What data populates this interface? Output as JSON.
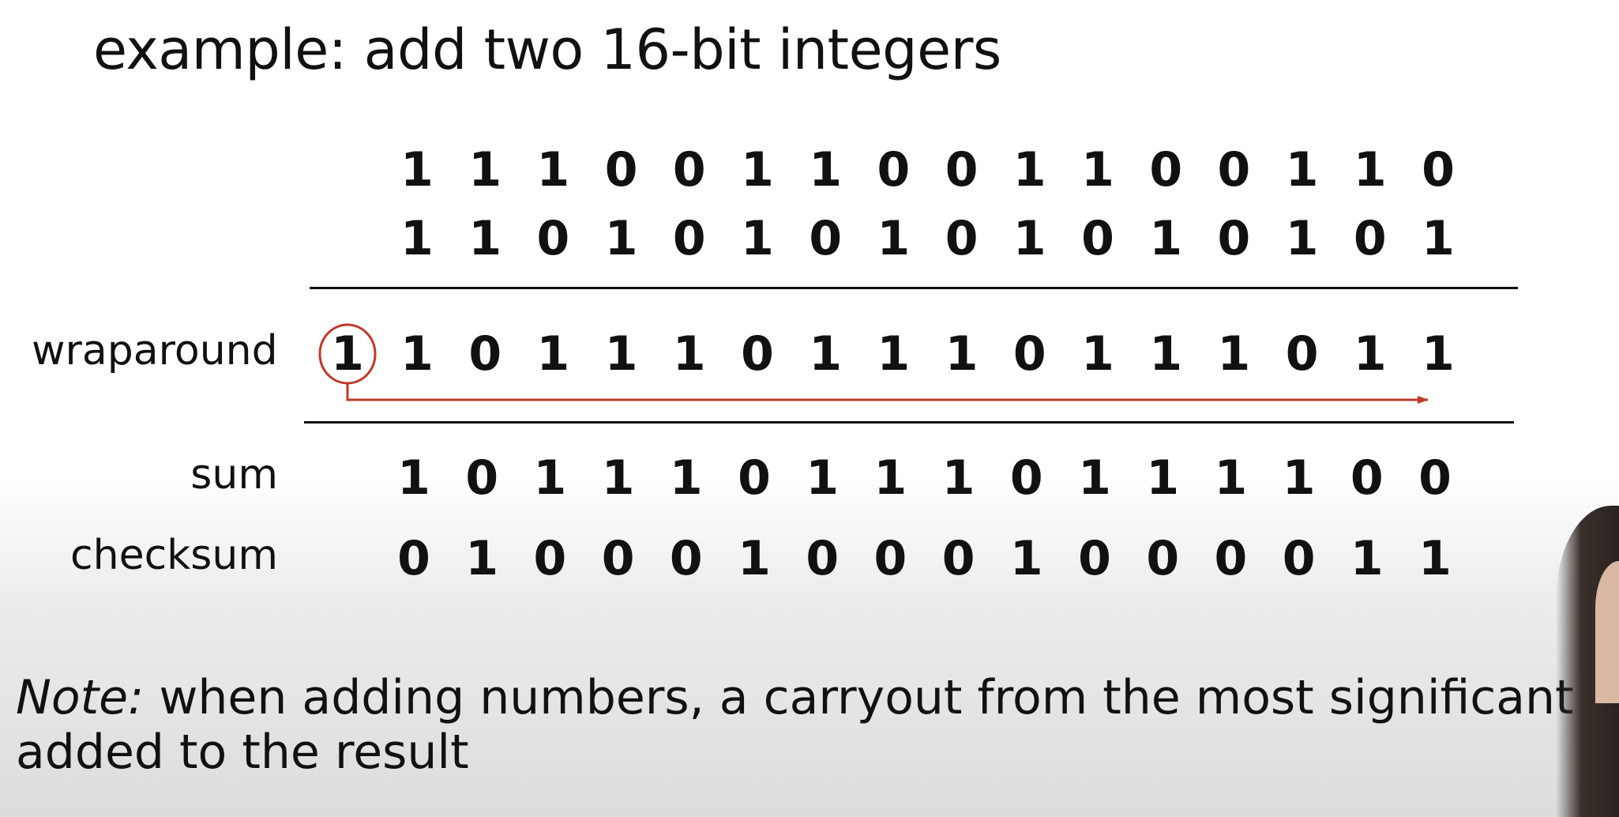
{
  "title": "example: add two 16-bit integers",
  "rows": {
    "addend1": {
      "label": "",
      "bits": [
        1,
        1,
        1,
        0,
        0,
        1,
        1,
        0,
        0,
        1,
        1,
        0,
        0,
        1,
        1,
        0
      ]
    },
    "addend2": {
      "label": "",
      "bits": [
        1,
        1,
        0,
        1,
        0,
        1,
        0,
        1,
        0,
        1,
        0,
        1,
        0,
        1,
        0,
        1
      ]
    },
    "wraparound": {
      "label": "wraparound",
      "carry": 1,
      "bits": [
        1,
        0,
        1,
        1,
        1,
        0,
        1,
        1,
        1,
        0,
        1,
        1,
        1,
        0,
        1,
        1
      ]
    },
    "sum": {
      "label": "sum",
      "bits": [
        1,
        0,
        1,
        1,
        1,
        0,
        1,
        1,
        1,
        0,
        1,
        1,
        1,
        1,
        0,
        0
      ]
    },
    "checksum": {
      "label": "checksum",
      "bits": [
        0,
        1,
        0,
        0,
        0,
        1,
        0,
        0,
        0,
        1,
        0,
        0,
        0,
        0,
        1,
        1
      ]
    }
  },
  "note": {
    "emphasis": "Note:",
    "line1_rest": " when adding numbers, a carryout from the most significant bit",
    "line2": "added to the result"
  },
  "colors": {
    "text": "#111111",
    "carry_accent": "#c0392b"
  }
}
